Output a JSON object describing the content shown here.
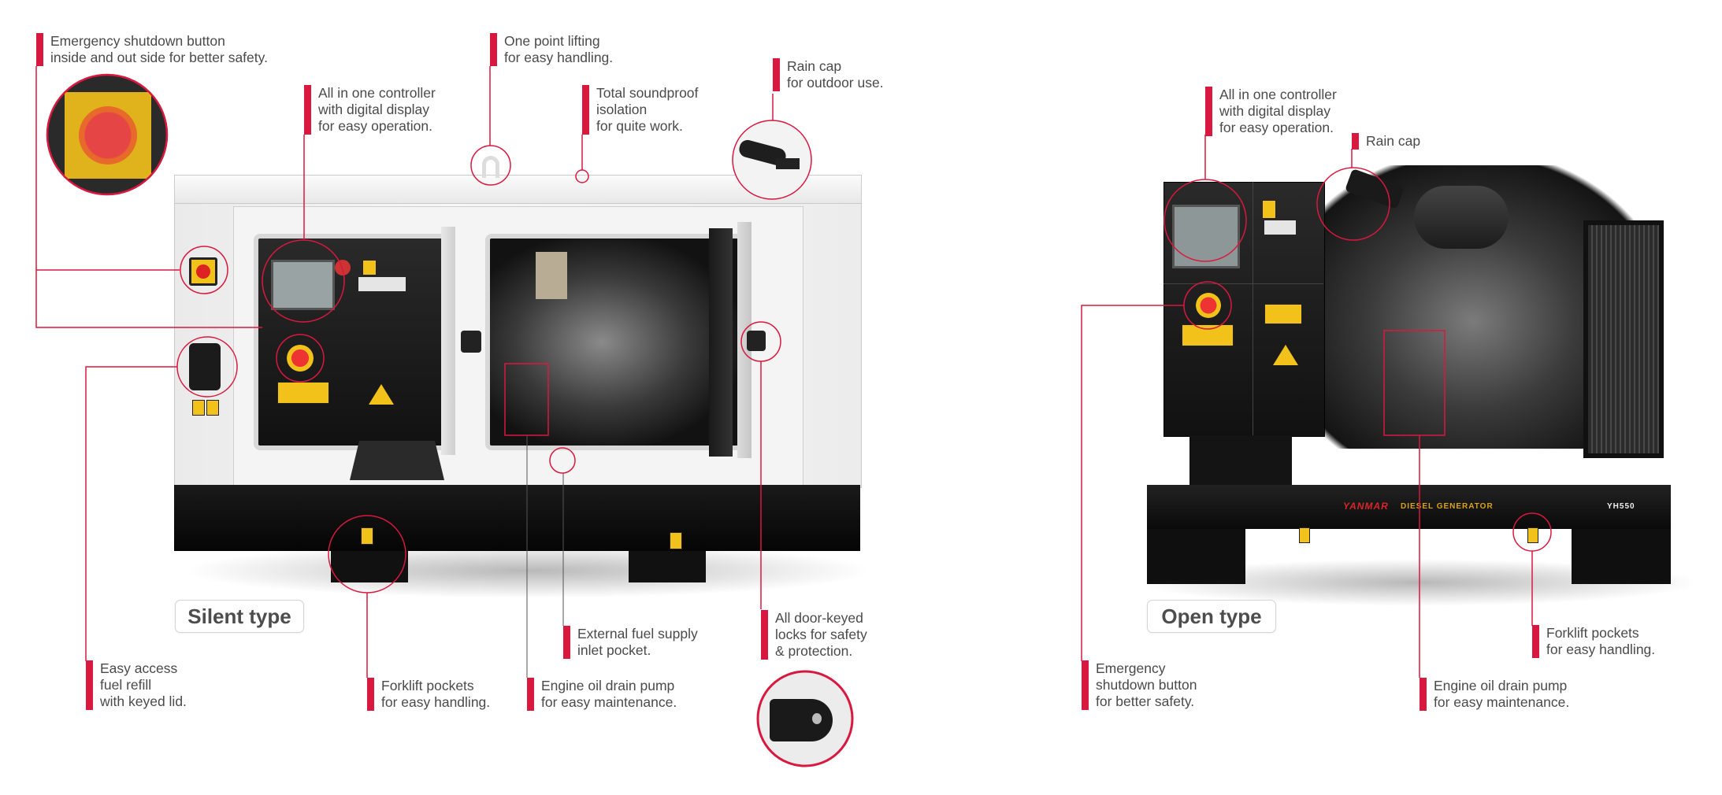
{
  "silent": {
    "type_label": "Silent type",
    "callouts": {
      "emergency": [
        "Emergency shutdown button",
        "inside and out side for better safety."
      ],
      "lifting": [
        "One point lifting",
        "for easy handling."
      ],
      "controller": [
        "All in one controller",
        "with digital display",
        "for easy operation."
      ],
      "soundproof": [
        "Total soundproof",
        "isolation",
        "for quite work."
      ],
      "raincap": [
        "Rain cap",
        "for outdoor use."
      ],
      "fuel_refill": [
        "Easy access",
        "fuel refill",
        "with keyed lid."
      ],
      "forklift": [
        "Forklift pockets",
        "for easy handling."
      ],
      "oil_drain": [
        "Engine oil drain pump",
        "for easy maintenance."
      ],
      "external_fuel": [
        "External fuel supply",
        "inlet pocket."
      ],
      "door_locks": [
        "All door-keyed",
        "locks for safety",
        "& protection."
      ]
    }
  },
  "open": {
    "type_label": "Open type",
    "brand": "YANMAR",
    "product_text": "DIESEL GENERATOR",
    "model": "YH550",
    "callouts": {
      "controller": [
        "All in one controller",
        "with digital display",
        "for easy operation."
      ],
      "raincap": [
        "Rain cap"
      ],
      "emergency": [
        "Emergency",
        "shutdown button",
        "for better safety."
      ],
      "oil_drain": [
        "Engine oil drain pump",
        "for easy maintenance."
      ],
      "forklift": [
        "Forklift pockets",
        "for easy handling."
      ]
    }
  },
  "colors": {
    "accent": "#d9183f",
    "text": "#4a4a4a",
    "enclosure": "#f2f2f2",
    "frame": "#151515",
    "warning": "#f2c21b"
  }
}
